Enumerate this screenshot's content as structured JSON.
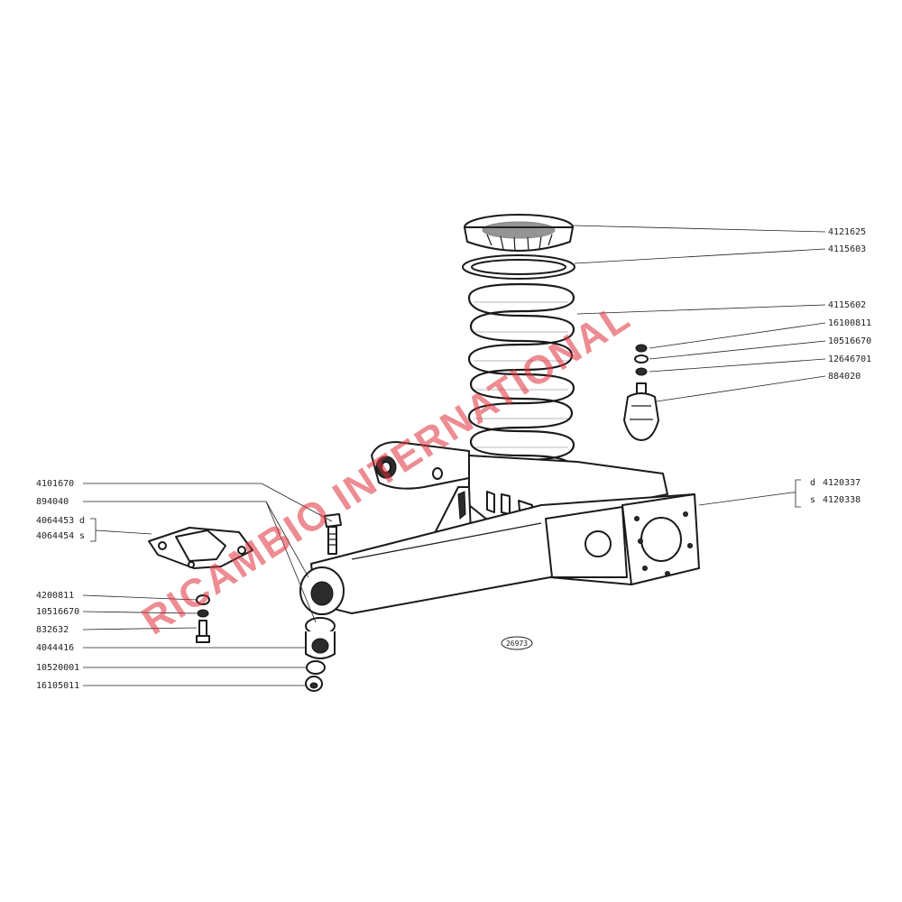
{
  "labels_right": [
    "4121625",
    "4115603",
    "4115602",
    "16100811",
    "10516670",
    "12646701",
    "884020"
  ],
  "bracket_right": {
    "items": [
      {
        "suffix": "d",
        "code": "4120337"
      },
      {
        "suffix": "s",
        "code": "4120338"
      }
    ]
  },
  "labels_left": [
    "4101670",
    "894040",
    "4200811",
    "10516670",
    "832632",
    "4044416",
    "10520001",
    "16105011"
  ],
  "bracket_left": {
    "items": [
      {
        "code": "4064453",
        "suffix": "d"
      },
      {
        "code": "4064454",
        "suffix": "s"
      }
    ]
  },
  "figure_number": "26973",
  "watermark": "RICAMBIO INTERNATIONAL",
  "colors": {
    "watermark": "#e0303a",
    "ink": "#1a1a1a"
  }
}
